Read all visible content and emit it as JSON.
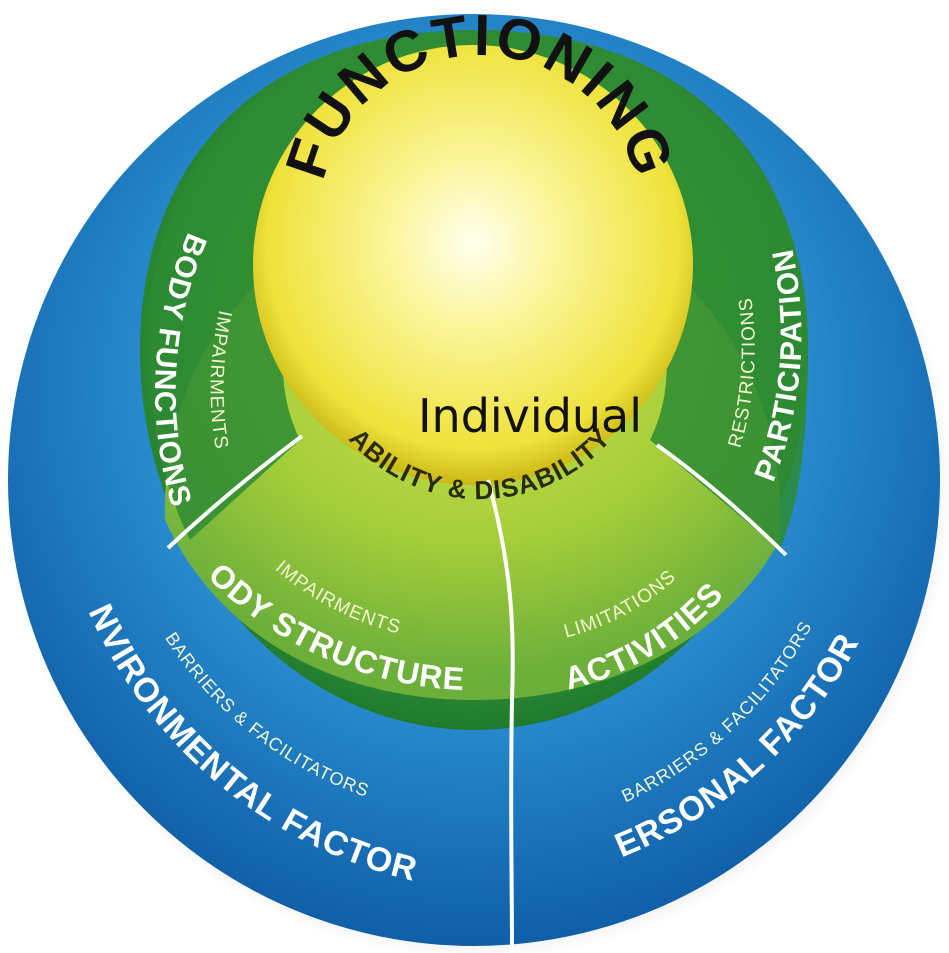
{
  "diagram": {
    "center": {
      "title": "FUNCTIONING",
      "subtitle": "ABILITY & DISABILITY",
      "overlay_label": "Individual"
    },
    "inner_ring": {
      "body_functions": {
        "title": "BODY FUNCTIONS",
        "qualifier": "IMPAIRMENTS"
      },
      "participation": {
        "title": "PARTICIPATION",
        "qualifier": "RESTRICTIONS"
      },
      "body_structures": {
        "title": "BODY STRUCTURES",
        "qualifier": "IMPAIRMENTS"
      },
      "activities": {
        "title": "ACTIVITIES",
        "qualifier": "LIMITATIONS"
      }
    },
    "outer_ring": {
      "environmental": {
        "title": "ENVIRONMENTAL FACTORS",
        "qualifier": "BARRIERS & FACILITATORS"
      },
      "personal": {
        "title": "PERSONAL FACTORS",
        "qualifier": "BARRIERS & FACILITATORS"
      }
    },
    "colors": {
      "outer_blue_light": "#46b3e6",
      "outer_blue_dark": "#0f5ea8",
      "green_dark": "#1f7a2e",
      "green_mid": "#4aa33a",
      "green_light": "#b7d63c",
      "yellow_center": "#fbf59a",
      "yellow_edge": "#e3d21b",
      "divider": "#ffffff"
    }
  }
}
